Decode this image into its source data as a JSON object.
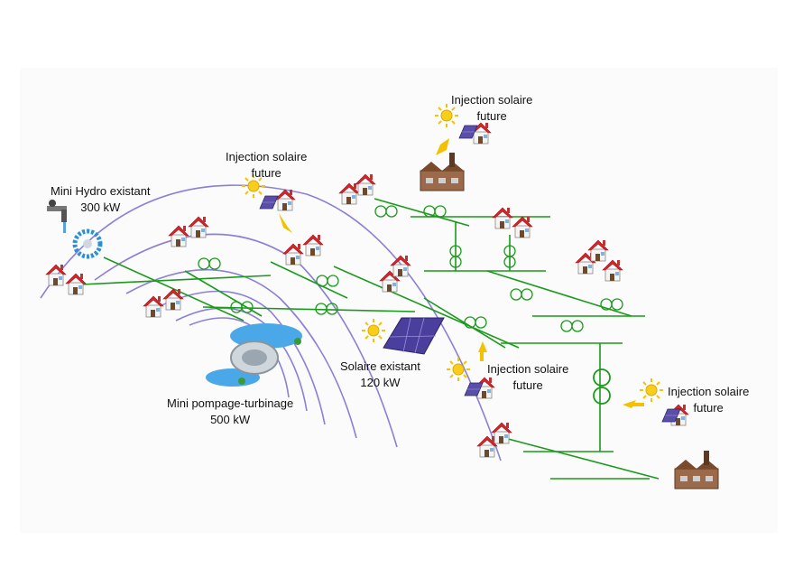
{
  "labels": {
    "mini_hydro": {
      "line1": "Mini Hydro existant",
      "line2": "300 kW"
    },
    "solar_future_top": {
      "line1": "Injection solaire",
      "line2": "future"
    },
    "solar_future_left": {
      "line1": "Injection solaire",
      "line2": "future"
    },
    "solar_existing": {
      "line1": "Solaire existant",
      "line2": "120 kW"
    },
    "pumped_storage": {
      "line1": "Mini pompage-turbinage",
      "line2": "500 kW"
    },
    "solar_future_mid": {
      "line1": "Injection solaire",
      "line2": "future"
    },
    "solar_future_right": {
      "line1": "Injection solaire",
      "line2": "future"
    }
  },
  "colors": {
    "grid_line": "#1a9a1a",
    "wave": "#8b7fd8",
    "roof": "#d8242a",
    "wall": "#f2f2f2",
    "sun": "#f5c400",
    "arrow": "#f2c200",
    "panel": "#6b5db0",
    "water": "#4aa8e8",
    "factory": "#8a5a3c"
  },
  "icons": [
    "house-icon",
    "sun-icon",
    "solar-panel-icon",
    "factory-icon",
    "transformer-icon",
    "water-tap-icon",
    "turbine-wheel-icon",
    "reservoir-icon"
  ]
}
